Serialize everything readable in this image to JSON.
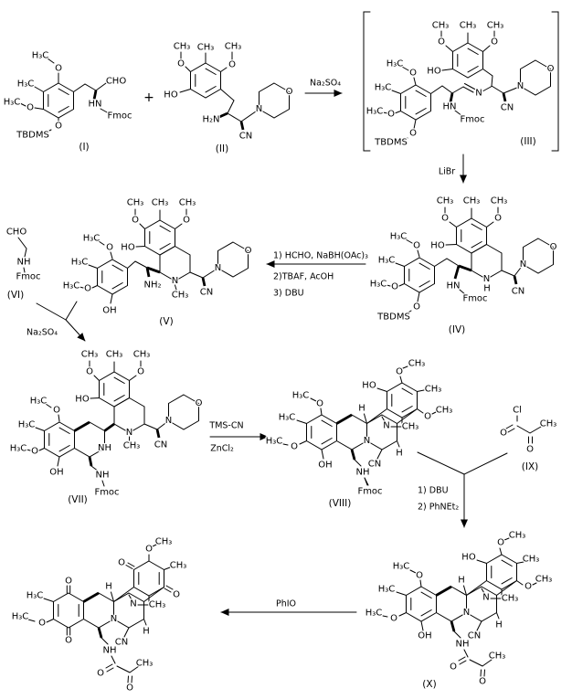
{
  "compounds": {
    "i": {
      "cap": "(I)",
      "ome_me": "H₃C",
      "ome_o": "O",
      "me": "H₃C",
      "ome2_me": "H₃C",
      "ome2_o": "O",
      "o": "O",
      "tbdms": "TBDMS",
      "cho": "CHO",
      "hn": "HN",
      "fmoc": "Fmoc"
    },
    "ii": {
      "cap": "(II)",
      "me": "CH₃",
      "omel_me": "CH₃",
      "omel_o": "O",
      "omer_me": "CH₃",
      "omer_o": "O",
      "ho": "HO",
      "h2n": "H₂N",
      "cn": "CN",
      "n": "N",
      "o": "O"
    },
    "iii": {
      "cap": "(III)",
      "u_me": "CH₃",
      "u_omel_me": "CH₃",
      "u_omel_o": "O",
      "u_omer_me": "CH₃",
      "u_omer_o": "O",
      "u_ho": "HO",
      "l_ome_me": "H₃C",
      "l_ome_o": "O",
      "l_me": "H₃C",
      "l_ome2_me": "H₃C",
      "l_ome2_o": "O",
      "l_o": "O",
      "tbdms": "TBDMS",
      "hn": "HN",
      "fmoc": "Fmoc",
      "n_im": "N",
      "cn": "CN",
      "mor_n": "N",
      "mor_o": "O"
    },
    "iv": {
      "cap": "(IV)",
      "u_me": "CH₃",
      "u_omel_me": "CH₃",
      "u_omel_o": "O",
      "u_omer_me": "CH₃",
      "u_omer_o": "O",
      "u_ho": "HO",
      "l_ome_me": "H₃C",
      "l_ome_o": "O",
      "l_me": "H₃C",
      "l_ome2_me": "H₃C",
      "l_ome2_o": "O",
      "l_o": "O",
      "tbdms": "TBDMS",
      "hn": "HN",
      "fmoc": "Fmoc",
      "rn": "N",
      "rh": "H",
      "cn": "CN",
      "mor_n": "N",
      "mor_o": "O"
    },
    "v": {
      "cap": "(V)",
      "u_me": "CH₃",
      "u_omel_me": "CH₃",
      "u_omel_o": "O",
      "u_omer_me": "CH₃",
      "u_omer_o": "O",
      "u_ho": "HO",
      "l_ome_me": "H₃C",
      "l_ome_o": "O",
      "l_me": "H₃C",
      "l_ome2_me": "H₃C",
      "l_ome2_o": "O",
      "oh": "OH",
      "nh2": "NH₂",
      "rn": "N",
      "nme": "CH₃",
      "cn": "CN",
      "mor_n": "N",
      "mor_o": "O"
    },
    "vi": {
      "cap": "(VI)",
      "cho": "CHO",
      "nh": "NH",
      "fmoc": "Fmoc"
    },
    "vii": {
      "cap": "(VII)",
      "u_me": "CH₃",
      "u_omel_me": "CH₃",
      "u_omel_o": "O",
      "u_omer_me": "CH₃",
      "u_omer_o": "O",
      "u_ho": "HO",
      "l_ome_me": "H₃C",
      "l_ome_o": "O",
      "l_me": "H₃C",
      "l_ome2_me": "H₃C",
      "l_ome2_o": "O",
      "oh": "OH",
      "rn": "N",
      "nme": "CH₃",
      "rnh": "NH",
      "cn": "CN",
      "mor_n": "N",
      "mor_o": "O",
      "nh": "NH",
      "fmoc": "Fmoc"
    },
    "viii": {
      "cap": "(VIII)",
      "l_ome_me": "H₃C",
      "l_ome_o": "O",
      "l_me": "H₃C",
      "l_ome2_me": "H₃C",
      "l_ome2_o": "O",
      "oh": "OH",
      "ho": "HO",
      "r_ome_o": "O",
      "r_ome_me": "CH₃",
      "r_me": "CH₃",
      "r_ome2_o": "O",
      "r_ome2_me": "CH₃",
      "h1": "H",
      "n1": "N",
      "n2": "N",
      "nme": "CH₃",
      "h2": "H",
      "cn": "CN",
      "nh": "NH",
      "fmoc": "Fmoc"
    },
    "ix": {
      "cap": "(IX)",
      "cl": "Cl",
      "o1": "O",
      "o2": "O",
      "me": "CH₃"
    },
    "x": {
      "cap": "(X)",
      "l_ome_me": "H₃C",
      "l_ome_o": "O",
      "l_me": "H₃C",
      "l_ome2_me": "H₃C",
      "l_ome2_o": "O",
      "oh": "OH",
      "ho": "HO",
      "r_ome_o": "O",
      "r_ome_me": "CH₃",
      "r_me": "CH₃",
      "r_ome2_o": "O",
      "r_ome2_me": "CH₃",
      "h1": "H",
      "n1": "N",
      "n2": "N",
      "nme": "CH₃",
      "h2": "H",
      "cn": "CN",
      "nh": "NH",
      "am_o1": "O",
      "am_o2": "O",
      "am_me": "CH₃"
    },
    "fin": {
      "l_me": "H₃C",
      "l_ome_me": "H₃C",
      "l_ome_o": "O",
      "q_o1": "O",
      "q_o2": "O",
      "q_o3": "O",
      "q_o4": "O",
      "r_ome_o": "O",
      "r_ome_me": "CH₃",
      "r_me": "CH₃",
      "h1": "H",
      "n1": "N",
      "n2": "N",
      "nme": "CH₃",
      "h2": "H",
      "cn": "CN",
      "nh": "NH",
      "am_o1": "O",
      "am_o2": "O",
      "am_me": "CH₃"
    }
  },
  "reagents": {
    "plus": "+",
    "s1": "Na₂SO₄",
    "s2": "LiBr",
    "s3a": "1) HCHO, NaBH(OAc)₃",
    "s3b": "2)TBAF, AcOH",
    "s3c": "3) DBU",
    "s4": "Na₂SO₄",
    "s5a": "TMS-CN",
    "s5b": "ZnCl₂",
    "s6a": "1) DBU",
    "s6b": "2) PhNEt₂",
    "s7": "PhIO"
  }
}
